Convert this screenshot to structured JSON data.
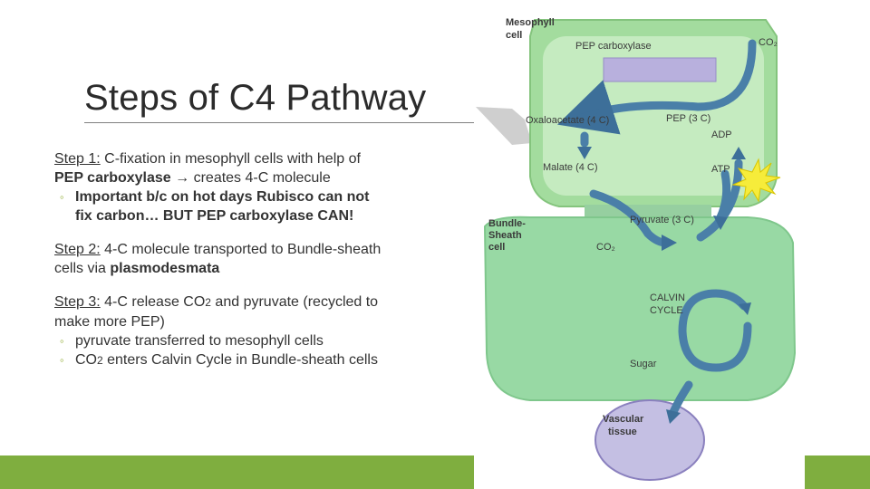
{
  "slide": {
    "title": "Steps of C4 Pathway",
    "step1": {
      "label": "Step 1:",
      "text_a": " C-fixation in mesophyll cells with help of ",
      "bold_a": "PEP carboxylase",
      "arrow": "→",
      "text_b": " creates 4-C molecule",
      "bullet": "Important b/c on hot days Rubisco can not fix carbon… BUT PEP carboxylase CAN!"
    },
    "step2": {
      "label": "Step 2:",
      "text_a": " 4-C molecule transported to Bundle-sheath cells via ",
      "bold_a": "plasmodesmata"
    },
    "step3": {
      "label": "Step 3:",
      "text_a": " 4-C release CO",
      "sub": "2",
      "text_b": " and pyruvate (recycled to make more PEP)",
      "bullet1": "pyruvate transferred to mesophyll cells",
      "bullet2_a": "CO",
      "bullet2_sub": "2",
      "bullet2_b": " enters Calvin Cycle in Bundle-sheath cells"
    },
    "bullet_glyph": "◦"
  },
  "diagram": {
    "mesophyll_label_1": "Mesophyll",
    "mesophyll_label_2": "cell",
    "pep_carboxylase": "PEP carboxylase",
    "co2_top": "CO₂",
    "oxaloacetate": "Oxaloacetate (4 C)",
    "pep": "PEP (3 C)",
    "adp": "ADP",
    "malate": "Malate (4 C)",
    "atp": "ATP",
    "bundle_label_1": "Bundle-",
    "bundle_label_2": "Sheath",
    "bundle_label_3": "cell",
    "pyruvate": "Pyruvate (3 C)",
    "co2_bottom": "CO₂",
    "calvin_1": "CALVIN",
    "calvin_2": "CYCLE",
    "sugar": "Sugar",
    "vascular_1": "Vascular",
    "vascular_2": "tissue"
  },
  "colors": {
    "accent_green": "#7fae3f",
    "cell_green": "#9fd89a",
    "arrow_blue": "#4a7fa8",
    "vascular_purple": "#b9b3d8"
  }
}
